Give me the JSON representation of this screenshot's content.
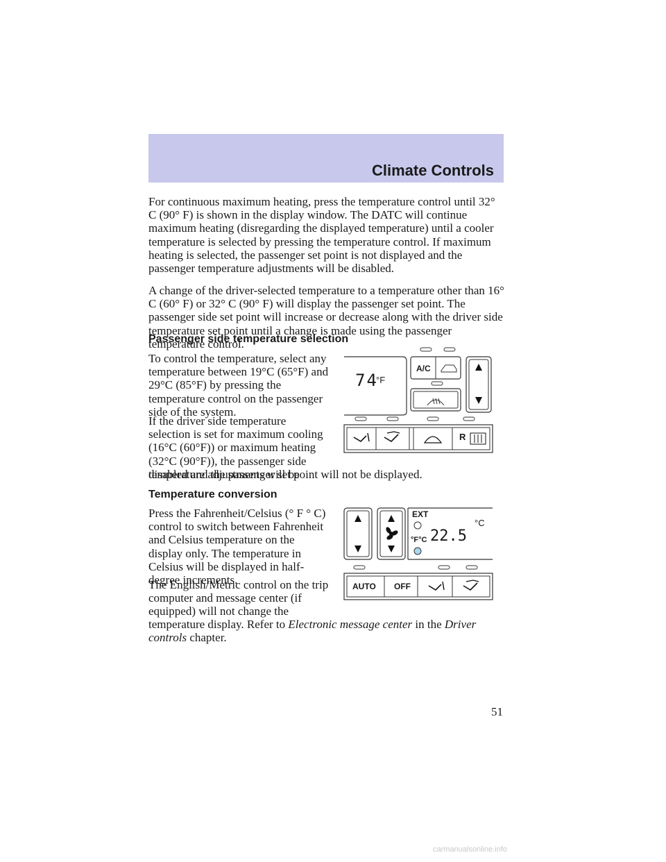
{
  "header": {
    "title": "Climate Controls"
  },
  "paragraphs": {
    "p1": "For continuous maximum heating, press the temperature control until 32° C (90° F) is shown in the display window. The DATC will continue maximum heating (disregarding the displayed temperature) until a cooler temperature is selected by pressing the temperature control. If maximum heating is selected, the passenger set point is not displayed and the passenger temperature adjustments will be disabled.",
    "p2": "A change of the driver-selected temperature to a temperature other than 16° C (60° F) or 32° C (90° F) will display the passenger set point. The passenger side set point will increase or decrease along with the driver side temperature set point until a change is made using the passenger temperature control.",
    "h1": "Passenger side temperature selection",
    "p3": "To control the temperature, select any temperature between 19°C (65°F) and 29°C (85°F) by pressing the temperature control on the passenger side of the system.",
    "p4a": "If the driver side temperature selection is set for maximum cooling (16°C (60°F)) or maximum heating (32°C (90°F)), the passenger side temperature adjustments will be",
    "p4b": "disabled and the passenger set point will not be displayed.",
    "h2": "Temperature conversion",
    "p5": "Press the Fahrenheit/Celsius (° F ° C) control to switch between Fahrenheit and Celsius temperature on the display only. The temperature in Celsius will be displayed in half-degree increments.",
    "p6a": "The English/Metric control on the trip computer and message center (if equipped) will not change the",
    "p6b_plain1": "temperature display. Refer to",
    "p6b_ital1": "Electronic message center",
    "p6b_plain2": "in the",
    "p6b_ital2": "Driver",
    "p6c_ital": "controls",
    "p6c_plain": "chapter."
  },
  "panel1": {
    "display_value": "74",
    "unit": "°F",
    "ac_label": "A/C",
    "rear_label": "R"
  },
  "panel2": {
    "ext_label": "EXT",
    "fc_label": "°F°C",
    "display_value": "22.5",
    "unit": "°C",
    "auto_label": "AUTO",
    "off_label": "OFF"
  },
  "page_number": "51",
  "watermark": "carmanualsonline.info"
}
